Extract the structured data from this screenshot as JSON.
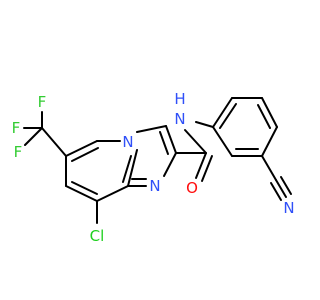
{
  "colors": {
    "bond": "#000000",
    "F": "#33cc33",
    "Cl": "#1fd01f",
    "N": "#3050f8",
    "O": "#ff0d0d",
    "background": "#ffffff"
  },
  "atoms": {
    "f_top": "F",
    "f_left": "F",
    "f_mid": "F",
    "n_ring": "N",
    "n_imid": "N",
    "cl": "Cl",
    "nh": "N",
    "h": "H",
    "o": "O",
    "nitrile_n": "N"
  }
}
